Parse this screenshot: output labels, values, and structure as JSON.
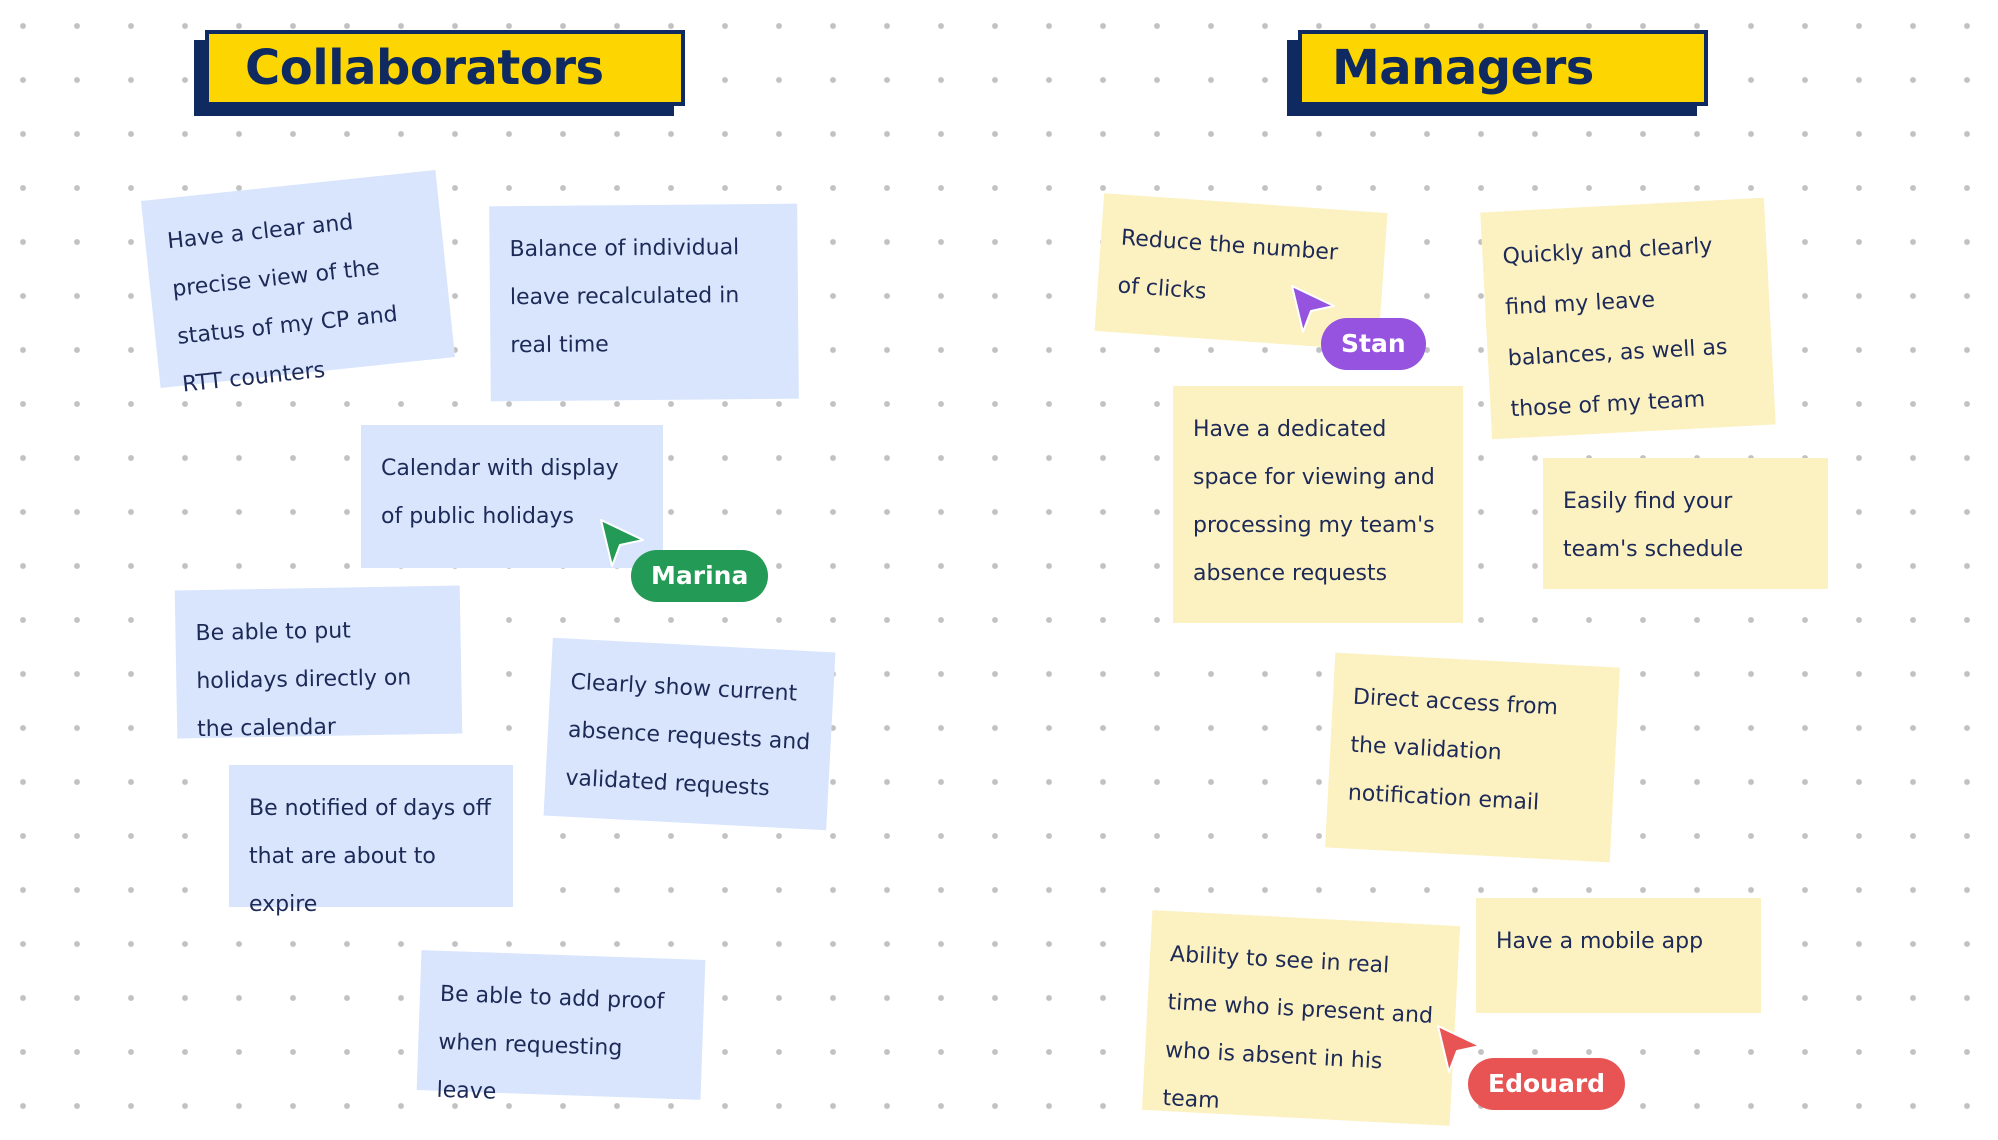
{
  "columns": {
    "collaborators": {
      "title": "Collaborators",
      "notes": [
        {
          "text": "Have a clear and precise view of the status of my CP and RTT counters"
        },
        {
          "text": "Balance of individual leave recalculated in real time"
        },
        {
          "text": "Calendar with display of public holidays"
        },
        {
          "text": "Be able to put holidays directly on the calendar"
        },
        {
          "text": "Clearly show current absence requests and validated requests"
        },
        {
          "text": "Be notified of days off that are about to expire"
        },
        {
          "text": "Be able to add proof when requesting leave"
        }
      ]
    },
    "managers": {
      "title": "Managers",
      "notes": [
        {
          "text": "Reduce the number of clicks"
        },
        {
          "text": "Quickly and clearly find my leave balances, as well as those of my team"
        },
        {
          "text": "Have a dedicated space for viewing and processing my team's absence requests"
        },
        {
          "text": "Easily find your team's schedule"
        },
        {
          "text": "Direct access from the validation notification email"
        },
        {
          "text": "Ability to see in real time who is present and who is absent in his team"
        },
        {
          "text": "Have a mobile app"
        }
      ]
    }
  },
  "cursors": [
    {
      "name": "Marina",
      "color": "#239a55",
      "icon": "pointer-arrow"
    },
    {
      "name": "Stan",
      "color": "#9553e0",
      "icon": "pointer-arrow"
    },
    {
      "name": "Edouard",
      "color": "#e85454",
      "icon": "pointer-arrow"
    }
  ],
  "colors": {
    "header_background": "#fdd500",
    "header_text": "#0e2a60",
    "collaborator_note": "#d8e5fd",
    "manager_note": "#fcf1c0",
    "note_text": "#1d2a57"
  }
}
